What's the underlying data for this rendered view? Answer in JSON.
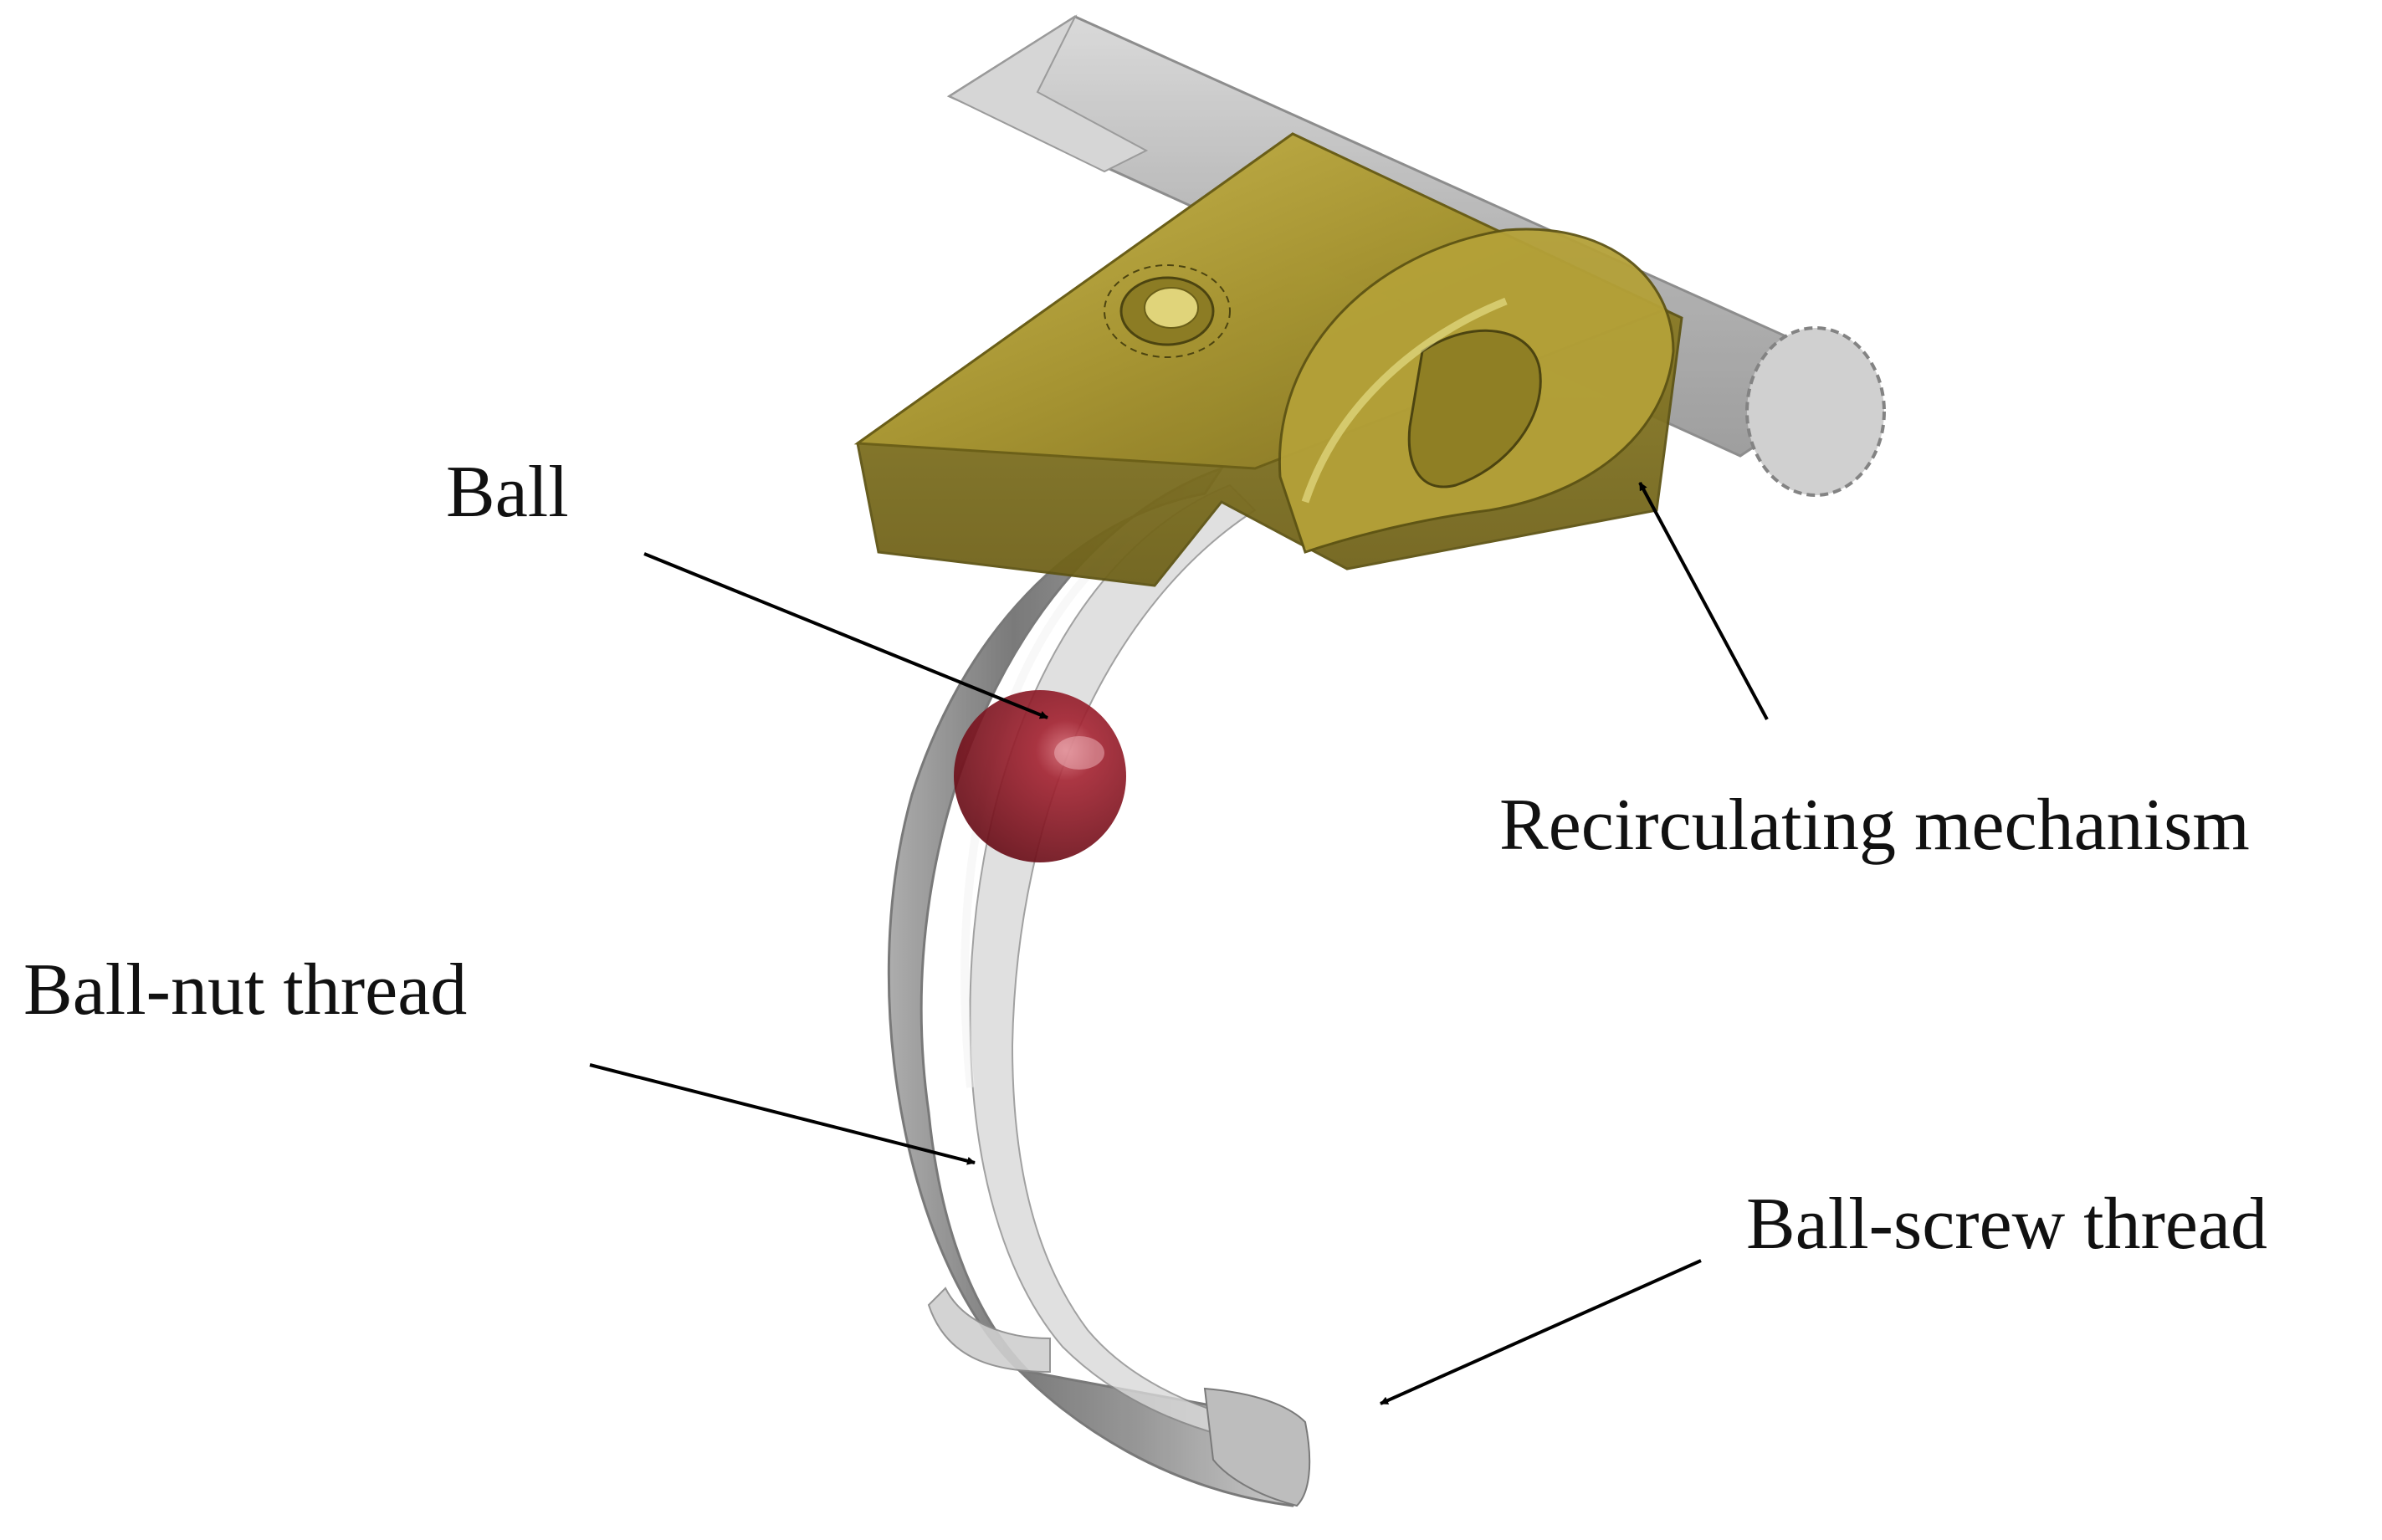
{
  "labels": {
    "ball": "Ball",
    "recirculating_mechanism": "Recirculating mechanism",
    "ball_nut_thread": "Ball-nut thread",
    "ball_screw_thread": "Ball-screw thread"
  },
  "colors": {
    "recirculating_mechanism": "#b5a23a",
    "ball": "#8e1a26",
    "thread": "#8f8f8f",
    "shaft": "#bdbdbd",
    "arrow": "#000000"
  }
}
